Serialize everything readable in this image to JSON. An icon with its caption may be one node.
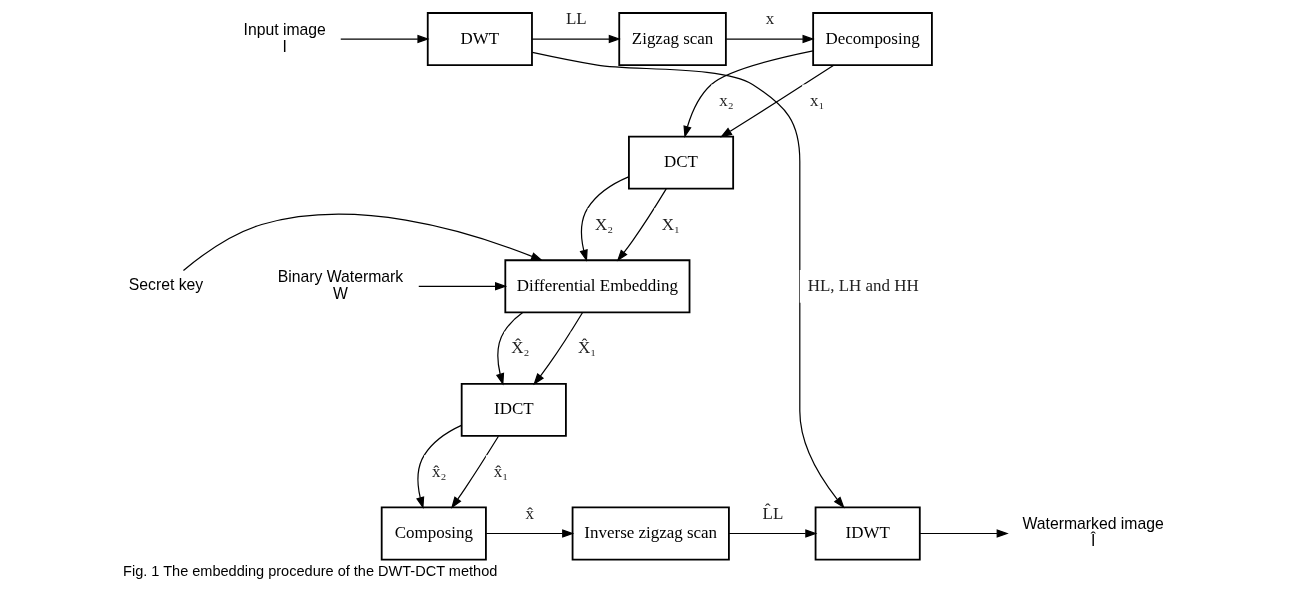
{
  "diagram": {
    "caption": "Fig. 1 The embedding procedure of the DWT-DCT method",
    "nodes": [
      {
        "text": [
          "Input image",
          "I"
        ]
      },
      {
        "text": [
          "DWT"
        ]
      },
      {
        "text": [
          "Zigzag scan"
        ]
      },
      {
        "text": [
          "Decomposing"
        ]
      },
      {
        "text": [
          "DCT"
        ]
      },
      {
        "text": [
          "Binary Watermark",
          "W"
        ]
      },
      {
        "text": [
          "Differential Embedding"
        ]
      },
      {
        "text": [
          "Secret key"
        ]
      },
      {
        "text": [
          "IDCT"
        ]
      },
      {
        "text": [
          "Watermarked image",
          "Î"
        ]
      },
      {
        "text": [
          "IDWT"
        ]
      },
      {
        "text": [
          "Inverse zigzag scan"
        ]
      },
      {
        "text": [
          "Composing"
        ]
      }
    ],
    "edges": [
      {
        "from": 0,
        "to": 1,
        "arrow": "to"
      },
      {
        "from": 1,
        "to": 2,
        "arrow": "to",
        "label": "LL"
      },
      {
        "from": 2,
        "to": 3,
        "arrow": "to",
        "label": "x"
      },
      {
        "from": 3,
        "to": 4,
        "arrow": "to",
        "label": "x₁"
      },
      {
        "from": 3,
        "to": 4,
        "arrow": "to",
        "label": "x₂"
      },
      {
        "from": 4,
        "to": 6,
        "arrow": "to",
        "label": "X₁"
      },
      {
        "from": 4,
        "to": 6,
        "arrow": "to",
        "label": "X₂"
      },
      {
        "from": 5,
        "to": 6,
        "arrow": "to"
      },
      {
        "from": 7,
        "to": 6,
        "arrow": "to"
      },
      {
        "from": 6,
        "to": 8,
        "arrow": "to",
        "label": "X̂₁"
      },
      {
        "from": 6,
        "to": 8,
        "arrow": "to",
        "label": "X̂₂"
      },
      {
        "from": 8,
        "to": 12,
        "arrow": "to",
        "label": "x̂₁"
      },
      {
        "from": 8,
        "to": 12,
        "arrow": "to",
        "label": "x̂₂"
      },
      {
        "from": 1,
        "to": 10,
        "arrow": "to",
        "label": "HL, LH and HH"
      },
      {
        "from": 12,
        "to": 11,
        "arrow": "to",
        "label": "x̂"
      },
      {
        "from": 11,
        "to": 10,
        "arrow": "to",
        "label": "L̂L"
      },
      {
        "from": 10,
        "to": 9,
        "arrow": "to"
      }
    ]
  }
}
